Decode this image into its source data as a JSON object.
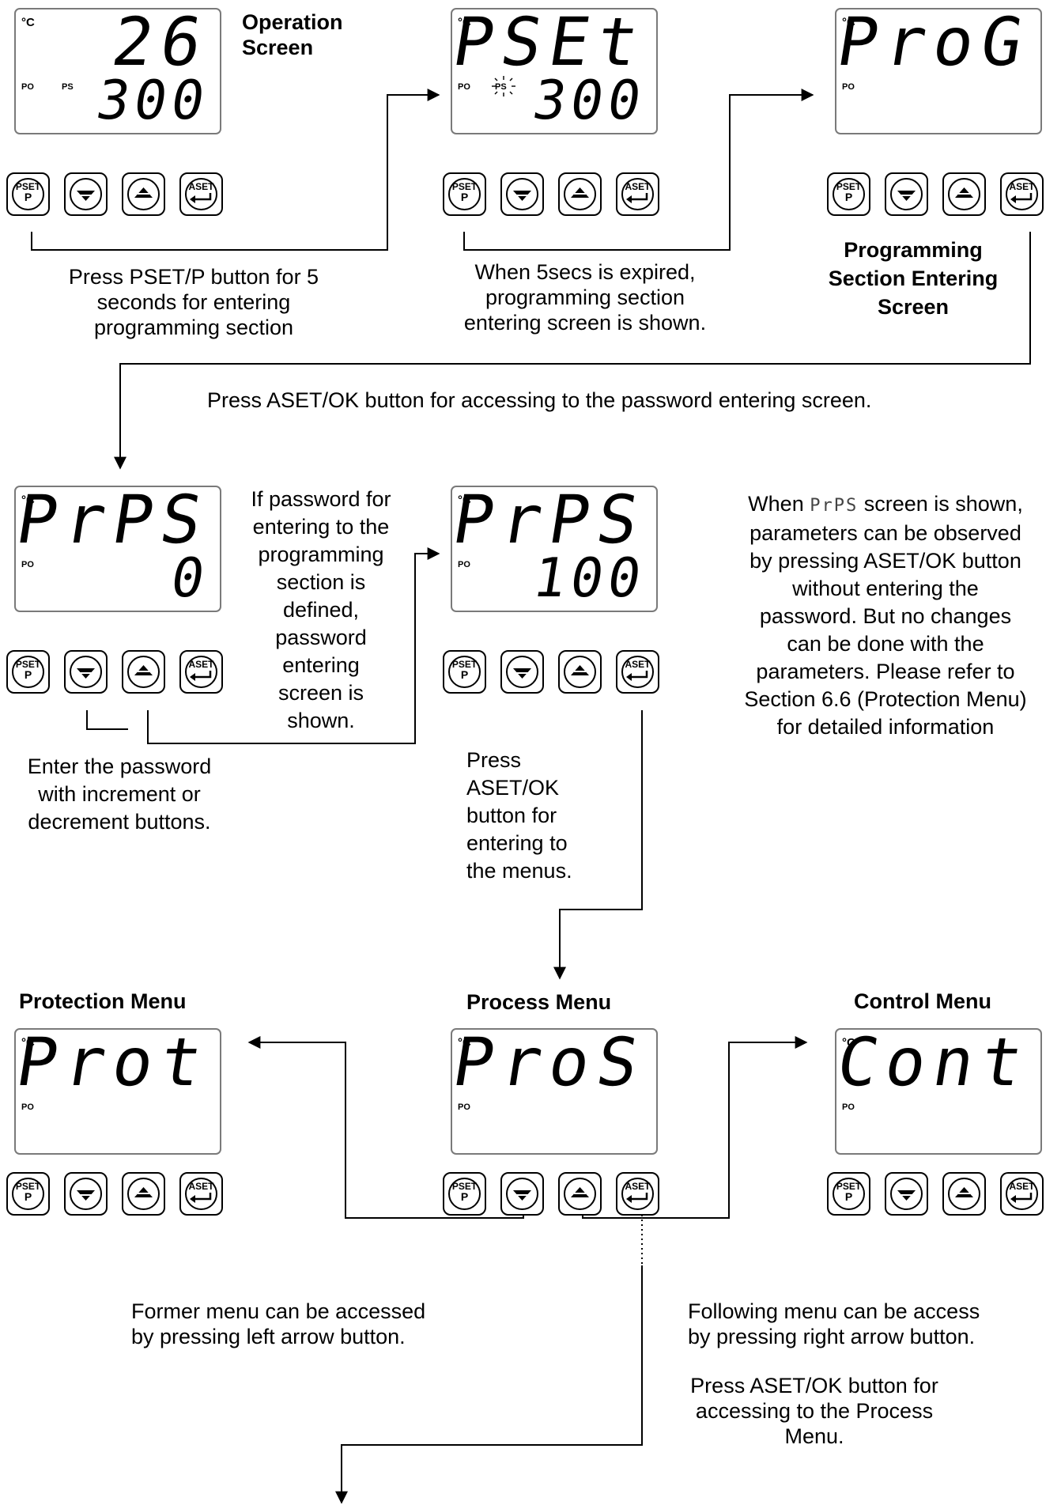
{
  "units": "°C",
  "indicators": {
    "po": "PO",
    "ps": "PS"
  },
  "buttons": {
    "pset_top": "PSET",
    "pset_bottom": "P",
    "aset": "ASET"
  },
  "screens": {
    "operation": {
      "title_line1": "Operation",
      "title_line2": "Screen",
      "top_display": "26",
      "bottom_display": "300"
    },
    "pset": {
      "top_display": "PSEt",
      "bottom_display": "300"
    },
    "prog": {
      "top_display": "ProG",
      "title_line1": "Programming",
      "title_line2": "Section Entering",
      "title_line3": "Screen"
    },
    "password_default": {
      "top_display": "PrPS",
      "bottom_display": "0"
    },
    "password_entered": {
      "top_display": "PrPS",
      "bottom_display": "100"
    },
    "protection": {
      "title": "Protection Menu",
      "top_display": "Prot"
    },
    "process": {
      "title": "Process Menu",
      "top_display": "ProS"
    },
    "control": {
      "title": "Control Menu",
      "top_display": "Cont"
    }
  },
  "notes": {
    "press_pset": [
      "Press PSET/P button for 5",
      "seconds for entering",
      "programming section"
    ],
    "secs_expired": [
      "When 5secs is expired,",
      "programming section",
      "entering screen is shown."
    ],
    "press_aset_password": "Press ASET/OK button for accessing to the password entering screen.",
    "password_defined": [
      "If password for",
      "entering to the",
      "programming",
      "section is",
      "defined,",
      "password",
      "entering",
      "screen is",
      "shown."
    ],
    "prps_prefix": "When",
    "prps_inline": "PrPS",
    "prps_suffix": "screen is shown,",
    "prps_rest": [
      "parameters can be observed",
      "by pressing ASET/OK button",
      "without entering the",
      "password. But no changes",
      "can be done with the",
      "parameters. Please refer to",
      "Section 6.6 (Protection Menu)",
      "for detailed information"
    ],
    "enter_password": [
      "Enter the password",
      "with increment or",
      "decrement buttons."
    ],
    "press_aset_menus": [
      "Press",
      "ASET/OK",
      "button for",
      "entering to",
      "the menus."
    ],
    "former_menu": [
      "Former menu can be accessed",
      "by pressing left arrow button."
    ],
    "following_menu": [
      "Following menu can be access",
      "by pressing right arrow button."
    ],
    "press_aset_process": [
      "Press ASET/OK button for",
      "accessing to the Process",
      "Menu."
    ]
  }
}
